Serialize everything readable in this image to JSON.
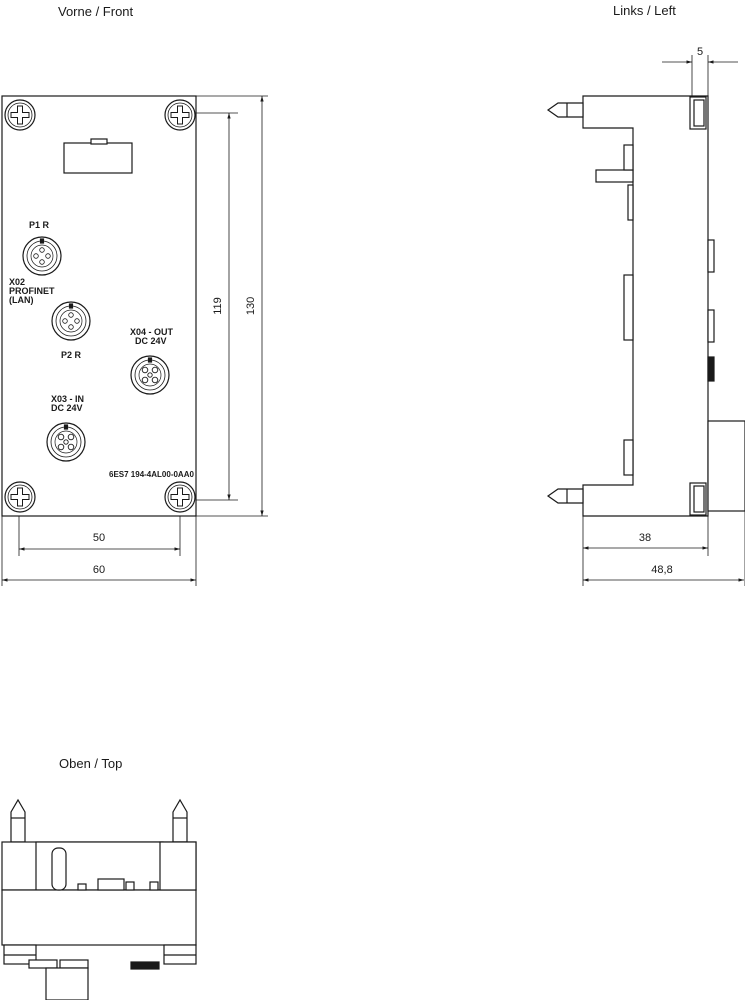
{
  "views": {
    "front": {
      "title": "Vorne / Front",
      "labels": {
        "p1": "P1 R",
        "x02_line1": "X02",
        "x02_line2": "PROFINET",
        "x02_line3": "(LAN)",
        "p2": "P2 R",
        "x04_line1": "X04 - OUT",
        "x04_line2": "DC 24V",
        "x03_line1": "X03 - IN",
        "x03_line2": "DC 24V",
        "order_number": "6ES7 194-4AL00-0AA0"
      },
      "dimensions": {
        "hole_spacing_w": "50",
        "width": "60",
        "hole_spacing_h": "119",
        "height": "130"
      }
    },
    "left": {
      "title": "Links / Left",
      "dimensions": {
        "top_offset": "5",
        "depth_body": "38",
        "depth_total": "48,8"
      }
    },
    "top": {
      "title": "Oben / Top"
    }
  },
  "colors": {
    "line": "#1a1a1a",
    "background": "#ffffff"
  }
}
